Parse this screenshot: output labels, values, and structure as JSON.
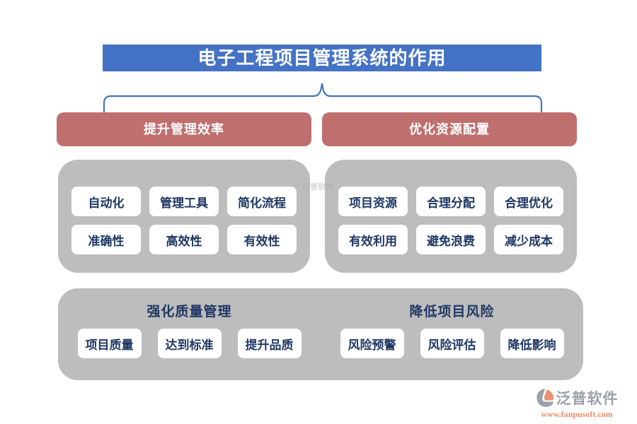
{
  "title": "电子工程项目管理系统的作用",
  "colors": {
    "banner_blue": "#4472C4",
    "header_rose": "#C06F6F",
    "box_gray": "#BDBDBD",
    "pill_text_navy": "#1F3864",
    "logo_gray": "#9AA1AB",
    "logo_orange": "#E78E6D"
  },
  "branches": [
    {
      "label": "提升管理效率",
      "items": [
        "自动化",
        "管理工具",
        "简化流程",
        "准确性",
        "高效性",
        "有效性"
      ]
    },
    {
      "label": "优化资源配置",
      "items": [
        "项目资源",
        "合理分配",
        "合理优化",
        "有效利用",
        "避免浪费",
        "减少成本"
      ]
    }
  ],
  "bottom_sections": [
    {
      "label": "强化质量管理",
      "items": [
        "项目质量",
        "达到标准",
        "提升品质"
      ]
    },
    {
      "label": "降低项目风险",
      "items": [
        "风险预警",
        "风险评估",
        "降低影响"
      ]
    }
  ],
  "watermark": {
    "text": "泛普软件"
  },
  "footer": {
    "brand": "泛普软件",
    "url": "www.fanpusoft.com"
  }
}
